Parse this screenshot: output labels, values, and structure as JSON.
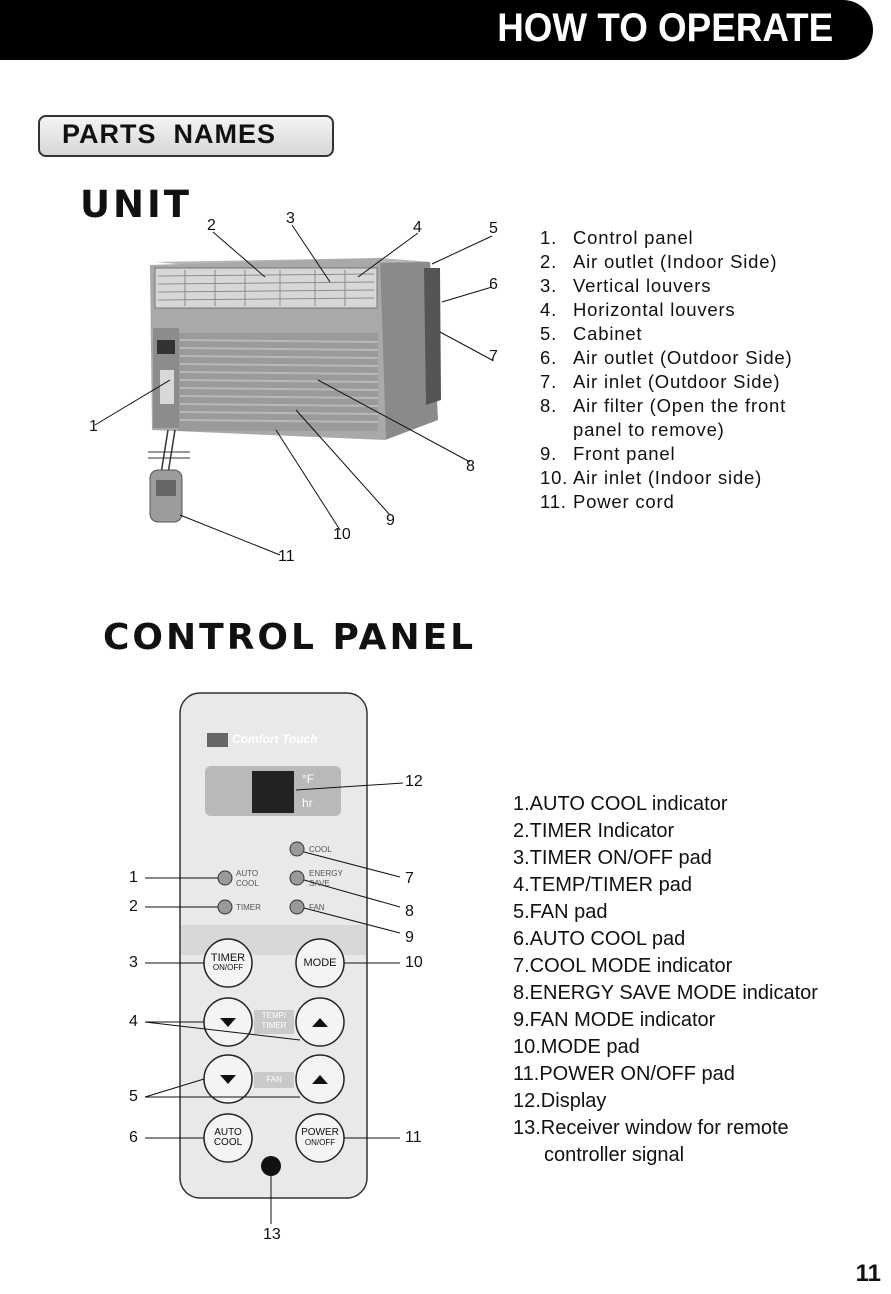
{
  "header": {
    "title": "HOW TO OPERATE"
  },
  "parts_names": {
    "label": "PARTS  NAMES"
  },
  "unit": {
    "heading": "UNIT",
    "callouts": [
      "1",
      "2",
      "3",
      "4",
      "5",
      "6",
      "7",
      "8",
      "9",
      "10",
      "11"
    ],
    "parts": [
      {
        "num": "1.",
        "name": "Control panel"
      },
      {
        "num": "2.",
        "name": "Air outlet (Indoor Side)"
      },
      {
        "num": "3.",
        "name": "Vertical louvers"
      },
      {
        "num": "4.",
        "name": "Horizontal louvers"
      },
      {
        "num": "5.",
        "name": "Cabinet"
      },
      {
        "num": "6.",
        "name": "Air outlet (Outdoor Side)"
      },
      {
        "num": "7.",
        "name": "Air inlet (Outdoor Side)"
      },
      {
        "num": "8.",
        "name": "Air filter (Open the front"
      },
      {
        "num": "",
        "name": "panel to remove)"
      },
      {
        "num": "9.",
        "name": "Front panel"
      },
      {
        "num": "10.",
        "name": "Air inlet (Indoor side)"
      },
      {
        "num": "11.",
        "name": "Power cord"
      }
    ]
  },
  "control_panel": {
    "heading": "CONTROL PANEL",
    "brand": "Comfort Touch",
    "display_units": {
      "temp": "°F",
      "time": "hr"
    },
    "indicator_labels": {
      "auto_cool": [
        "AUTO",
        "COOL"
      ],
      "timer": "TIMER",
      "cool": "COOL",
      "energy_save": [
        "ENERGY",
        "SAVE"
      ],
      "fan": "FAN"
    },
    "pad_labels": {
      "timer": [
        "TIMER",
        "ON/OFF"
      ],
      "mode": "MODE",
      "temp_timer": [
        "TEMP/",
        "TIMER"
      ],
      "fan": "FAN",
      "auto_cool": [
        "AUTO",
        "COOL"
      ],
      "power": [
        "POWER",
        "ON/OFF"
      ]
    },
    "callouts": [
      "1",
      "2",
      "3",
      "4",
      "5",
      "6",
      "7",
      "8",
      "9",
      "10",
      "11",
      "12",
      "13"
    ],
    "items": [
      "1.AUTO COOL indicator",
      "2.TIMER Indicator",
      "3.TIMER ON/OFF pad",
      "4.TEMP/TIMER pad",
      "5.FAN pad",
      "6.AUTO COOL pad",
      "7.COOL MODE indicator",
      "8.ENERGY SAVE MODE indicator",
      "9.FAN MODE indicator",
      "10.MODE pad",
      "11.POWER ON/OFF pad",
      "12.Display",
      "13.Receiver window for remote",
      "controller signal"
    ]
  },
  "page_number": "11"
}
